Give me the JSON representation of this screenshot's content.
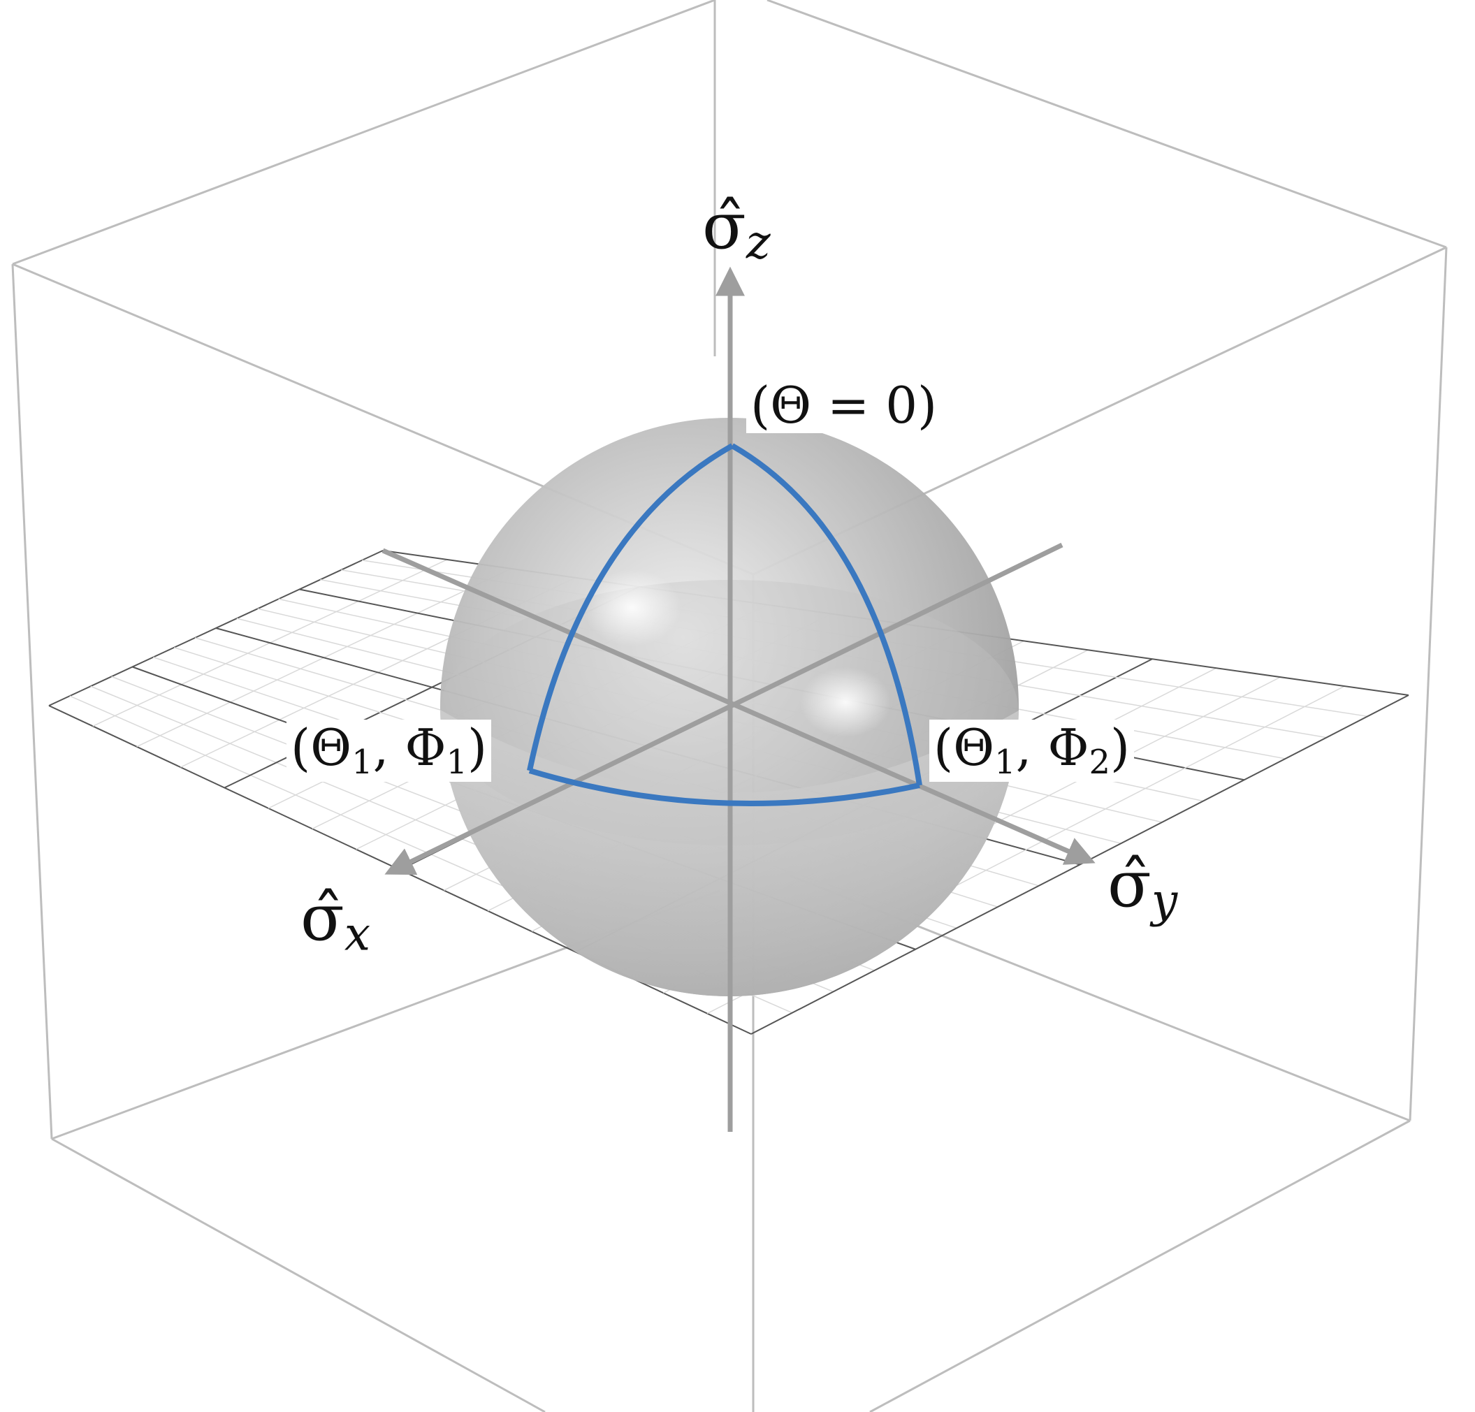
{
  "colors": {
    "background": "#ffffff",
    "box_edges": "#bdbdbd",
    "grid_minor": "#d9d9d9",
    "grid_major": "#555555",
    "axis": "#9e9e9e",
    "sphere_mid": "#bdbdbd",
    "sphere_light": "#e6e6e6",
    "sphere_dark": "#8c8c8c",
    "path": "#3a78c0"
  },
  "axes": {
    "z_label_base": "σ̂",
    "z_label_sub": "z",
    "x_label_base": "σ̂",
    "x_label_sub": "x",
    "y_label_base": "σ̂",
    "y_label_sub": "y"
  },
  "points": {
    "top": "(Θ = 0)",
    "p1_open": "(Θ",
    "p1_sub1": "1",
    "p1_mid": ", Φ",
    "p1_sub2": "1",
    "p1_close": ")",
    "p2_open": "(Θ",
    "p2_sub1": "1",
    "p2_mid": ", Φ",
    "p2_sub2": "2",
    "p2_close": ")"
  },
  "icons": {
    "z_arrow": "arrowhead-icon",
    "y_arrow": "arrowhead-icon",
    "x_arrow": "arrowhead-icon"
  }
}
